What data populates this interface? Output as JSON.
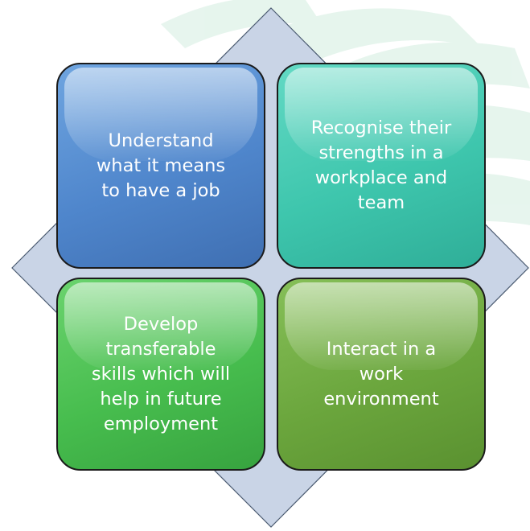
{
  "colors": {
    "diamond_fill": "#c8d4e8",
    "diamond_stroke": "#4a5a70",
    "leaf": "#e3f3ea",
    "tile_blue": "#5b8fd4",
    "tile_teal": "#46cab3",
    "tile_green": "#4cbf52",
    "tile_olive": "#70a941",
    "text": "#ffffff"
  },
  "tiles": [
    {
      "text": "Understand what it means to have a job",
      "lines": [
        "Understand",
        "what it means",
        "to have a job"
      ]
    },
    {
      "text": "Recognise their strengths in a workplace and team",
      "lines": [
        "Recognise their",
        "strengths in a",
        "workplace and",
        "team"
      ]
    },
    {
      "text": "Develop transferable skills which will help in future employment",
      "lines": [
        "Develop",
        "transferable",
        "skills which will",
        "help in future",
        "employment"
      ]
    },
    {
      "text": "Interact in a work environment",
      "lines": [
        "Interact in a",
        "work",
        "environment"
      ]
    }
  ]
}
